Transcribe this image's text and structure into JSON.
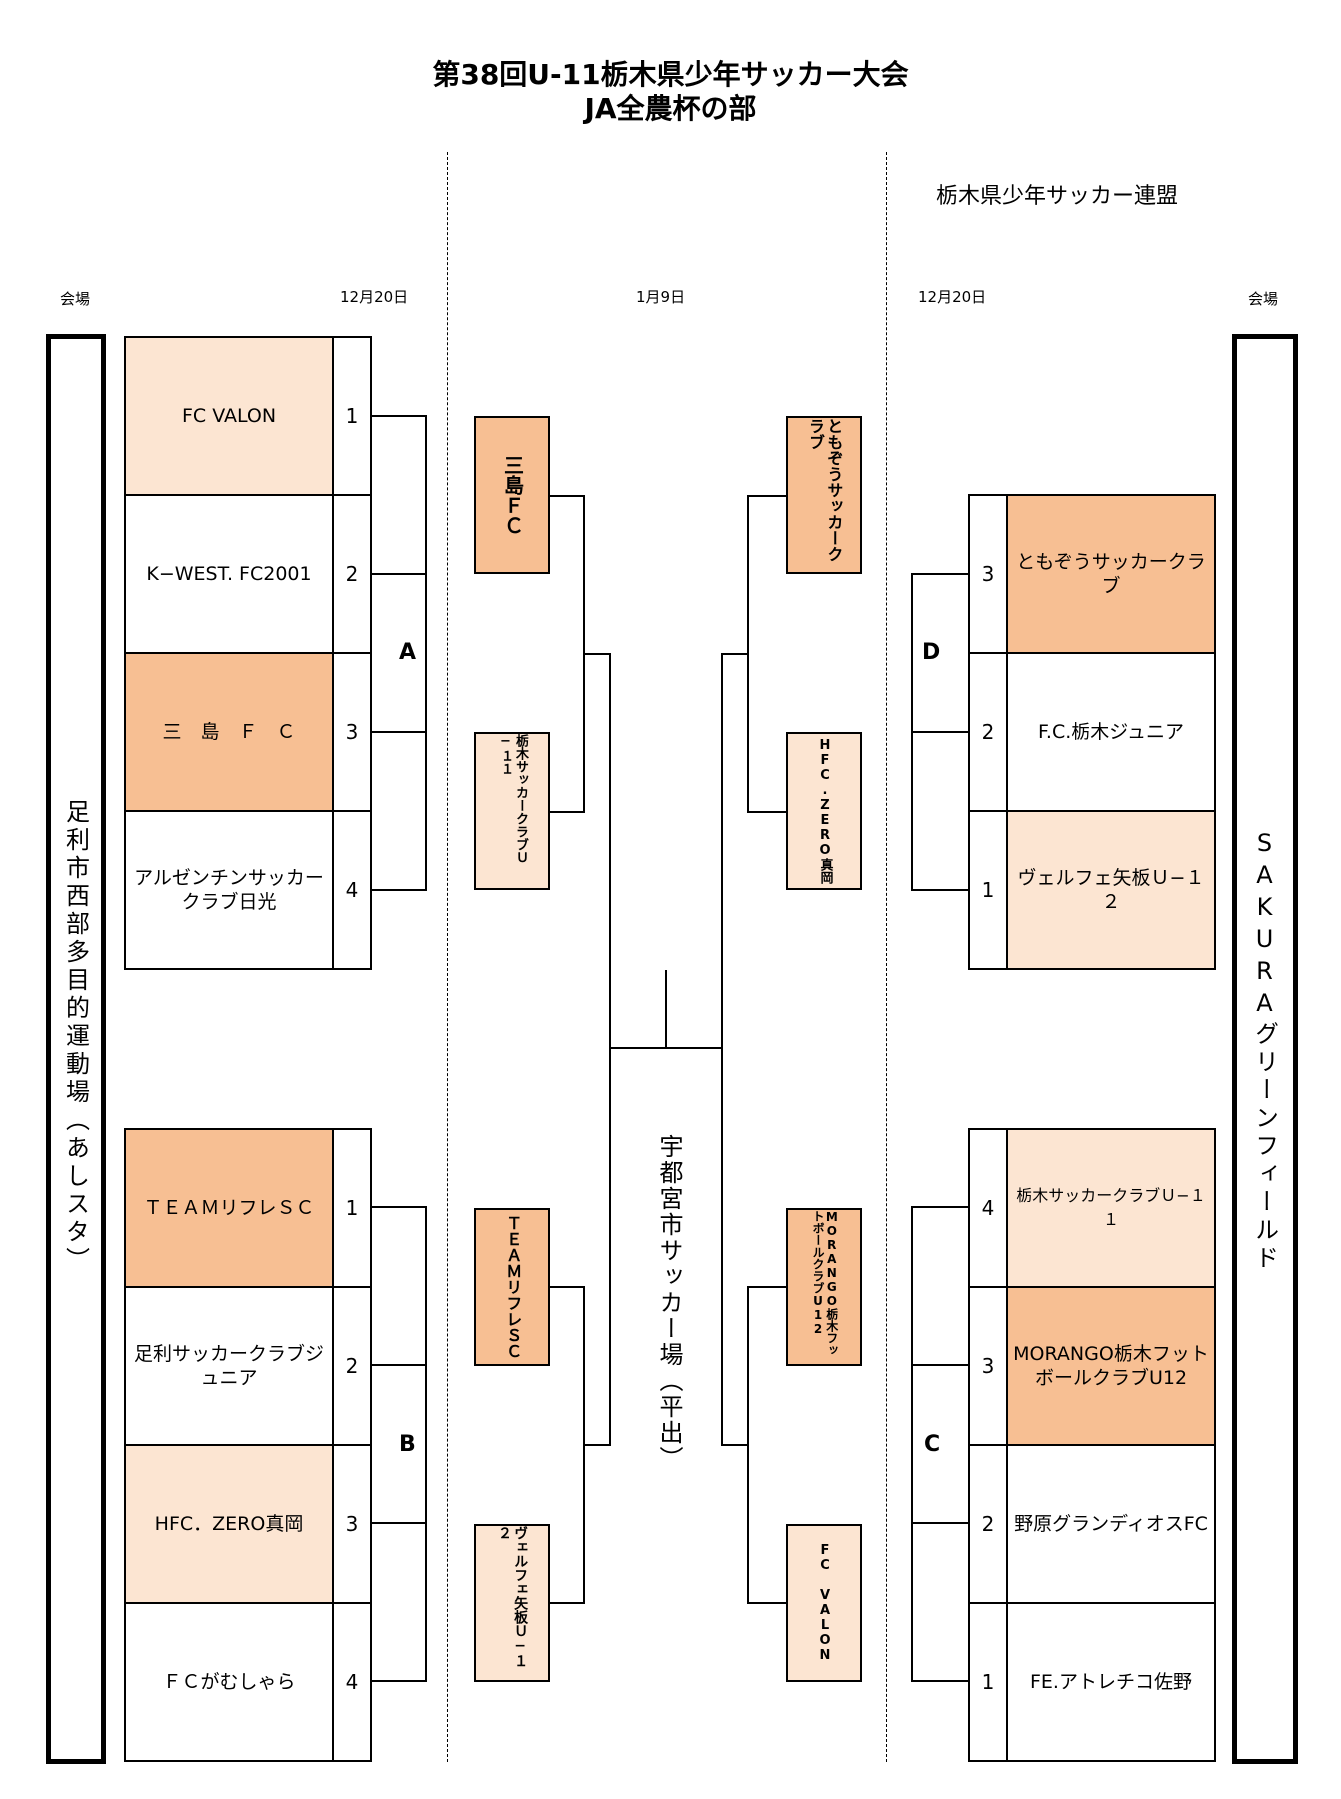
{
  "header": {
    "title_line1": "第38回U-11栃木県少年サッカー大会",
    "title_line2": "JA全農杯の部",
    "organizer": "栃木県少年サッカー連盟"
  },
  "labels": {
    "venue_left": "会場",
    "venue_right": "会場",
    "date_left": "12月20日",
    "date_center": "1月9日",
    "date_right": "12月20日"
  },
  "venues": {
    "left": "足利市西部多目的運動場（あしスタ）",
    "center": "宇都宮市サッカー場（平出）",
    "right": "SAKURAグリーンフィールド"
  },
  "groups": {
    "A": {
      "label": "A",
      "teams": [
        {
          "name": "FC VALON",
          "seed": "1",
          "color": "light"
        },
        {
          "name": "K−WEST. FC2001",
          "seed": "2",
          "color": "white"
        },
        {
          "name": "三　島　Ｆ　Ｃ",
          "seed": "3",
          "color": "dark"
        },
        {
          "name": "アルゼンチンサッカークラブ日光",
          "seed": "4",
          "color": "white"
        }
      ]
    },
    "B": {
      "label": "B",
      "teams": [
        {
          "name": "ＴＥＡＭリフレＳＣ",
          "seed": "1",
          "color": "dark"
        },
        {
          "name": "足利サッカークラブジュニア",
          "seed": "2",
          "color": "white"
        },
        {
          "name": "HFC．ZERO真岡",
          "seed": "3",
          "color": "light"
        },
        {
          "name": "ＦＣがむしゃら",
          "seed": "4",
          "color": "white"
        }
      ]
    },
    "D": {
      "label": "D",
      "teams": [
        {
          "name": "ともぞうサッカークラブ",
          "seed": "3",
          "color": "dark"
        },
        {
          "name": "F.C.栃木ジュニア",
          "seed": "2",
          "color": "white"
        },
        {
          "name": "ヴェルフェ矢板Ｕ−１２",
          "seed": "1",
          "color": "light"
        }
      ]
    },
    "C": {
      "label": "C",
      "teams": [
        {
          "name": "栃木サッカークラブＵ−１１",
          "seed": "4",
          "color": "light"
        },
        {
          "name": "MORANGO栃木フットボールクラブU12",
          "seed": "3",
          "color": "dark"
        },
        {
          "name": "野原グランディオスFC",
          "seed": "2",
          "color": "white"
        },
        {
          "name": "FE.アトレチコ佐野",
          "seed": "1",
          "color": "white"
        }
      ]
    }
  },
  "finals": {
    "left_top": {
      "a": "三島ＦＣ",
      "b": "栃木サッカークラブＵ−１１"
    },
    "left_bottom": {
      "a": "ＴＥＡＭリフレＳＣ",
      "b": "ヴェルフェ矢板Ｕ−１２"
    },
    "right_top": {
      "a": "ともぞうサッカークラブ",
      "b": "HFC.ZERO真岡"
    },
    "right_bottom": {
      "a": "MORANGO栃木フットボールクラブU12",
      "b": "FC VALON"
    }
  },
  "colors": {
    "light": "#fce5d2",
    "dark": "#f7bf93"
  }
}
